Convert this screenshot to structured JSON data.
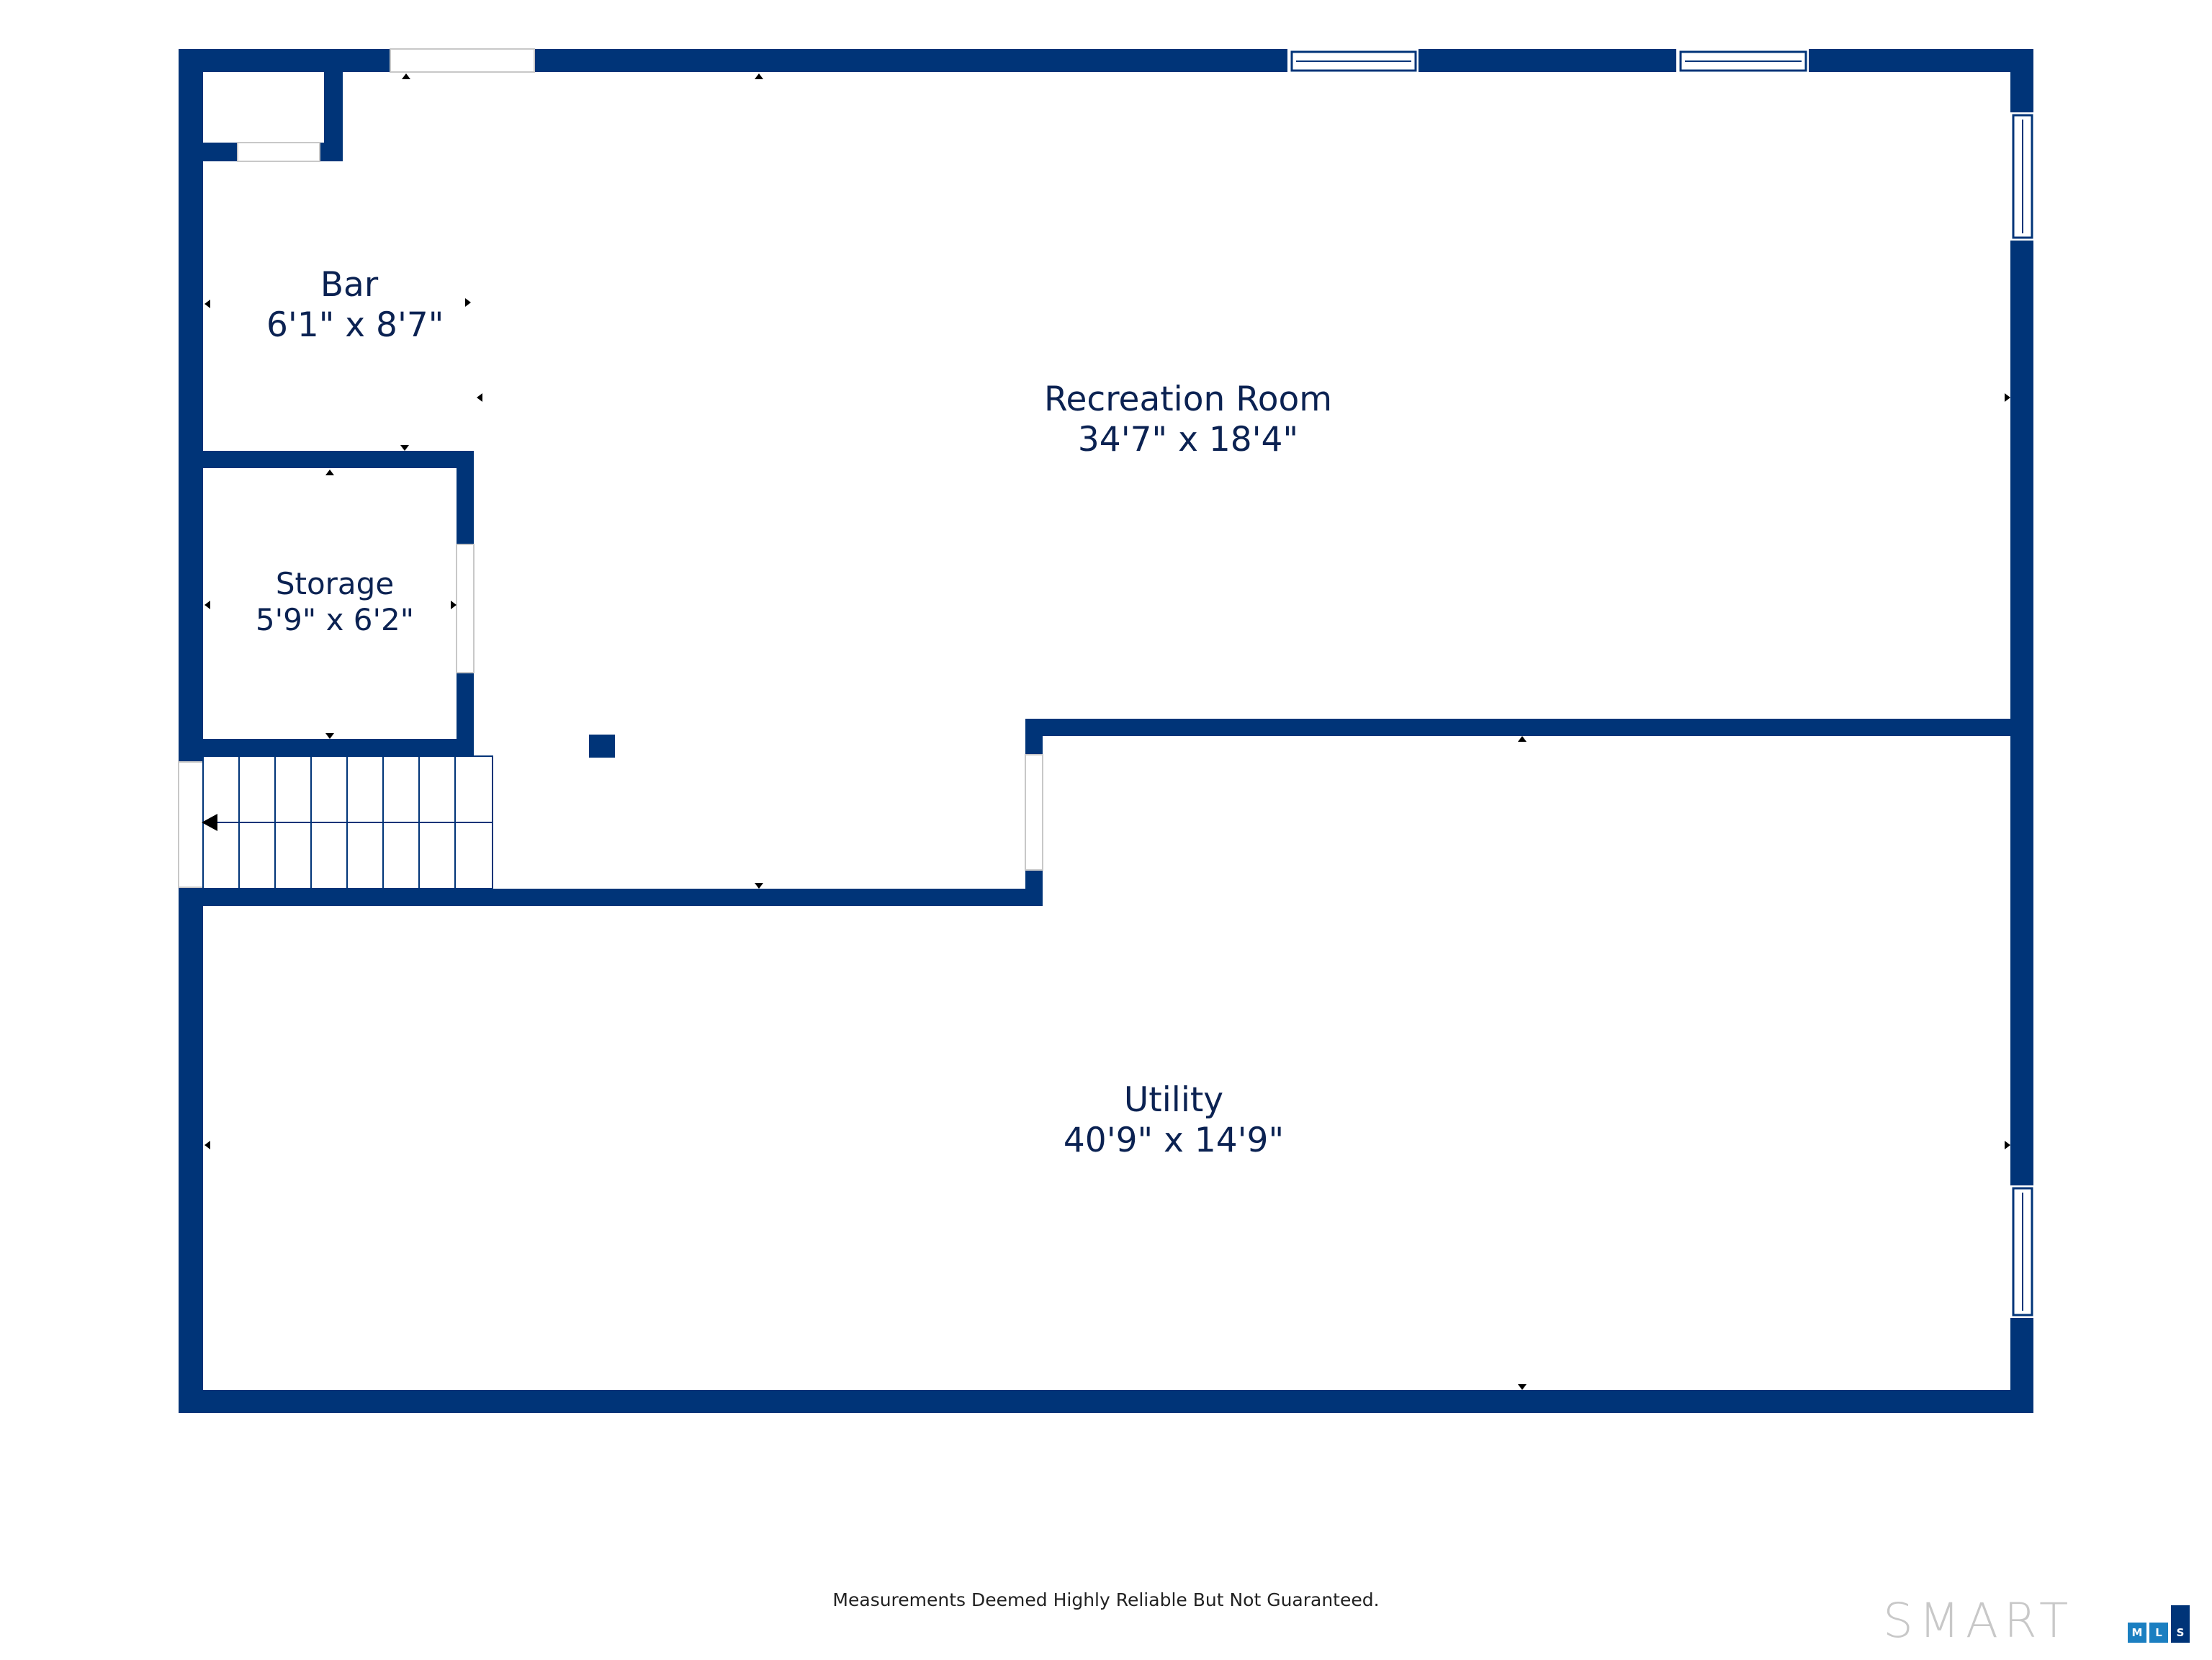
{
  "rooms": {
    "recreation": {
      "name": "Recreation Room",
      "dims": "34'7\" x 18'4\""
    },
    "bar": {
      "name": "Bar",
      "dims": "6'1\" x 8'7\""
    },
    "storage": {
      "name": "Storage",
      "dims": "5'9\" x 6'2\""
    },
    "utility": {
      "name": "Utility",
      "dims": "40'9\" x 14'9\""
    }
  },
  "footer": {
    "disclaimer": "Measurements Deemed Highly Reliable But Not Guaranteed."
  },
  "logo": {
    "text": "SMART",
    "boxes": [
      "M",
      "L",
      "S"
    ]
  },
  "colors": {
    "wall": "#003478",
    "label": "#0b2252",
    "logo_gray": "#c8c8c8",
    "logo_blue": "#1b7fc1",
    "logo_dark": "#003478"
  }
}
